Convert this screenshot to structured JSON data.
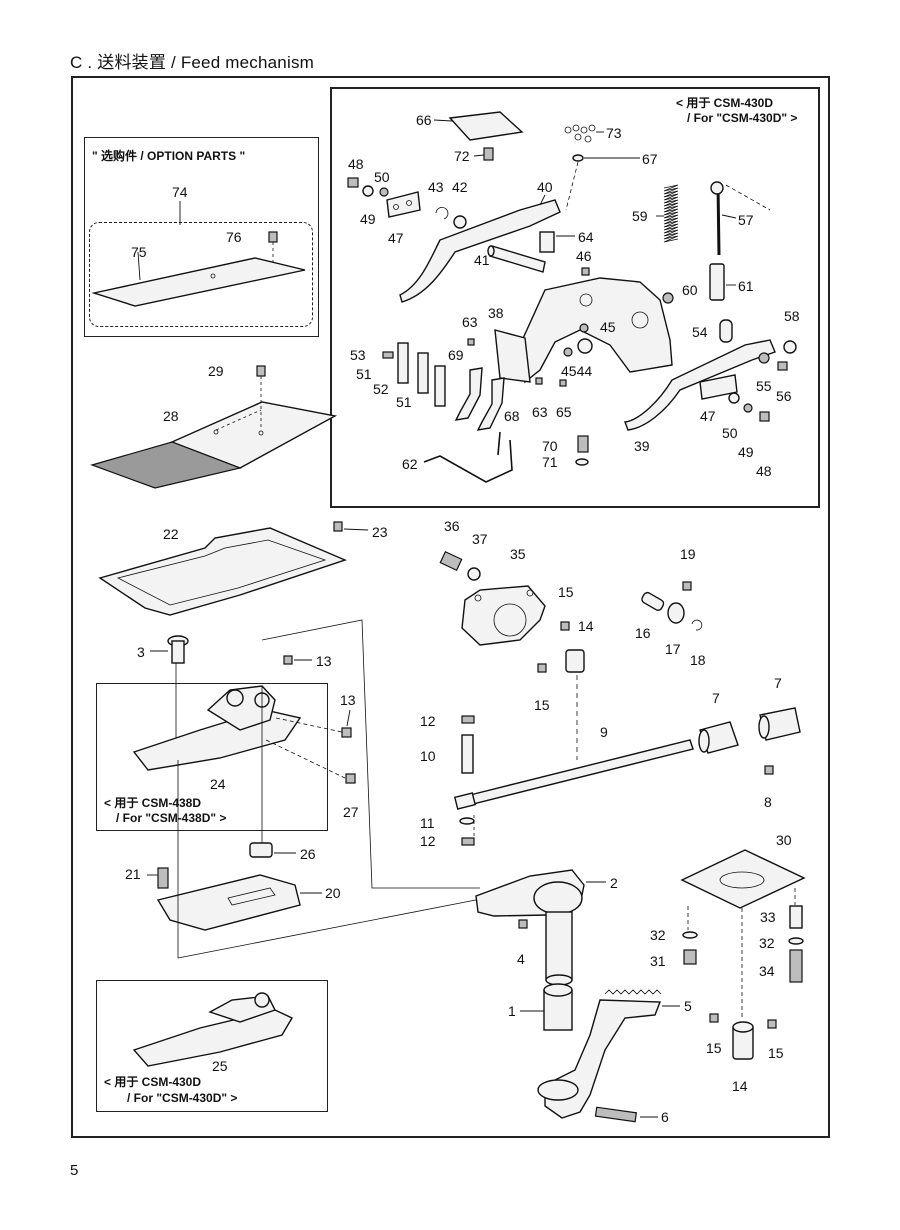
{
  "header": {
    "title": "C . 送料装置 / Feed mechanism"
  },
  "footer": {
    "page_number": "5"
  },
  "notes": {
    "option_parts": "\" 选购件 / OPTION PARTS \"",
    "csm430d_top_line1": "< 用于 CSM-430D",
    "csm430d_top_line2": "/ For \"CSM-430D\" >",
    "csm438d_line1": "< 用于 CSM-438D",
    "csm438d_line2": "/ For \"CSM-438D\" >",
    "csm430d_bottom_line1": "< 用于 CSM-430D",
    "csm430d_bottom_line2": "/ For \"CSM-430D\" >"
  },
  "callouts": {
    "c66": "66",
    "c73": "73",
    "c72": "72",
    "c67": "67",
    "c48a": "48",
    "c50a": "50",
    "c43": "43",
    "c42": "42",
    "c40": "40",
    "c49a": "49",
    "c47a": "47",
    "c64": "64",
    "c46": "46",
    "c41": "41",
    "c59": "59",
    "c57": "57",
    "c61": "61",
    "c60": "60",
    "c38": "38",
    "c63a": "63",
    "c45a": "45",
    "c53": "53",
    "c69": "69",
    "c51a": "51",
    "c52": "52",
    "c51b": "51",
    "c4544": "4544",
    "c63b": "63",
    "c65": "65",
    "c68": "68",
    "c54": "54",
    "c58": "58",
    "c55": "55",
    "c56": "56",
    "c47b": "47",
    "c50b": "50",
    "c49b": "49",
    "c48b": "48",
    "c39": "39",
    "c70": "70",
    "c71": "71",
    "c62": "62",
    "c74": "74",
    "c75": "75",
    "c76": "76",
    "c29": "29",
    "c28": "28",
    "c22": "22",
    "c23": "23",
    "c36": "36",
    "c37": "37",
    "c35": "35",
    "c15a": "15",
    "c14a": "14",
    "c15b": "15",
    "c19": "19",
    "c16": "16",
    "c17": "17",
    "c18": "18",
    "c3": "3",
    "c13a": "13",
    "c13b": "13",
    "c24": "24",
    "c27": "27",
    "c12a": "12",
    "c10": "10",
    "c9": "9",
    "c7a": "7",
    "c7b": "7",
    "c8": "8",
    "c11": "11",
    "c12b": "12",
    "c26": "26",
    "c21": "21",
    "c20": "20",
    "c2": "2",
    "c4": "4",
    "c30": "30",
    "c33": "33",
    "c32a": "32",
    "c32b": "32",
    "c31": "31",
    "c34": "34",
    "c1": "1",
    "c5": "5",
    "c15c": "15",
    "c15d": "15",
    "c14b": "14",
    "c6": "6",
    "c25": "25"
  }
}
